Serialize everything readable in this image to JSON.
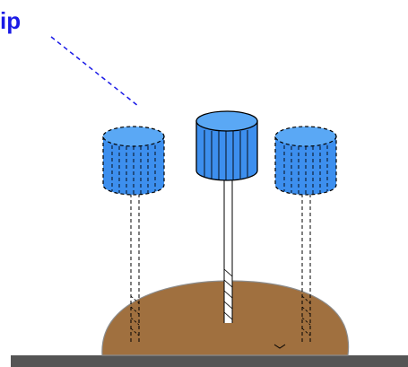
{
  "label": {
    "text": "ip"
  },
  "colors": {
    "label_text": "#1a1ae6",
    "leader_line": "#1a1ae6",
    "knob_fill": "#3d8fee",
    "knob_top": "#5aa8f5",
    "sample_fill": "#a0703f",
    "sample_edge": "#8c8c8c",
    "base_fill": "#555555",
    "outline": "#000000"
  },
  "icons": {
    "left_probe": "dashed-knob-probe",
    "center_probe": "solid-knob-probe",
    "right_probe": "dashed-knob-probe",
    "sample": "mound-sample",
    "stage": "base-plate"
  }
}
